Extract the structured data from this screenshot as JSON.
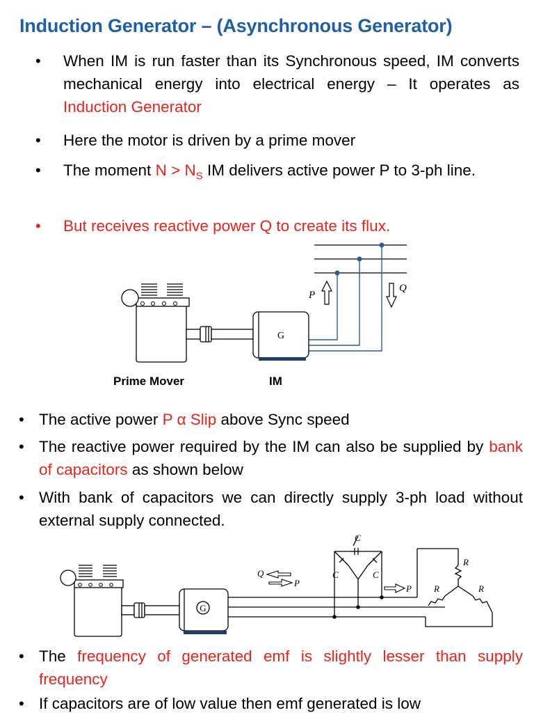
{
  "title": "Induction Generator – (Asynchronous Generator)",
  "bullets_top": [
    {
      "parts": [
        "When IM is run faster than its Synchronous speed, IM converts mechanical energy into electrical energy – It operates as ",
        "Induction Generator"
      ]
    },
    {
      "text": "Here the motor is driven by a prime mover"
    },
    {
      "parts": [
        "The moment ",
        "N > N",
        "S",
        " IM delivers active power P to 3-ph line."
      ]
    },
    {
      "text": "But receives reactive power Q to create its flux."
    }
  ],
  "diagram1": {
    "prime_mover_label": "Prime Mover",
    "im_label": "IM",
    "generator_symbol": "G",
    "p_label": "P",
    "q_label": "Q"
  },
  "bullets_bottom": [
    {
      "parts": [
        "The active power ",
        "P α Slip",
        " above Sync speed"
      ]
    },
    {
      "parts": [
        "The reactive power required by the IM can also be supplied by ",
        "bank of capacitors",
        " as shown below"
      ]
    },
    {
      "text": "With bank of capacitors we can directly supply 3-ph load without external supply connected."
    }
  ],
  "diagram2": {
    "generator_symbol": "G",
    "c_label": "C",
    "r_label": "R",
    "p_label": "P",
    "q_label": "Q"
  },
  "bullets_last": [
    {
      "parts": [
        "The ",
        "frequency of generated emf is slightly lesser than supply frequency"
      ]
    },
    {
      "text": "If capacitors are of low value then emf generated is low"
    }
  ]
}
